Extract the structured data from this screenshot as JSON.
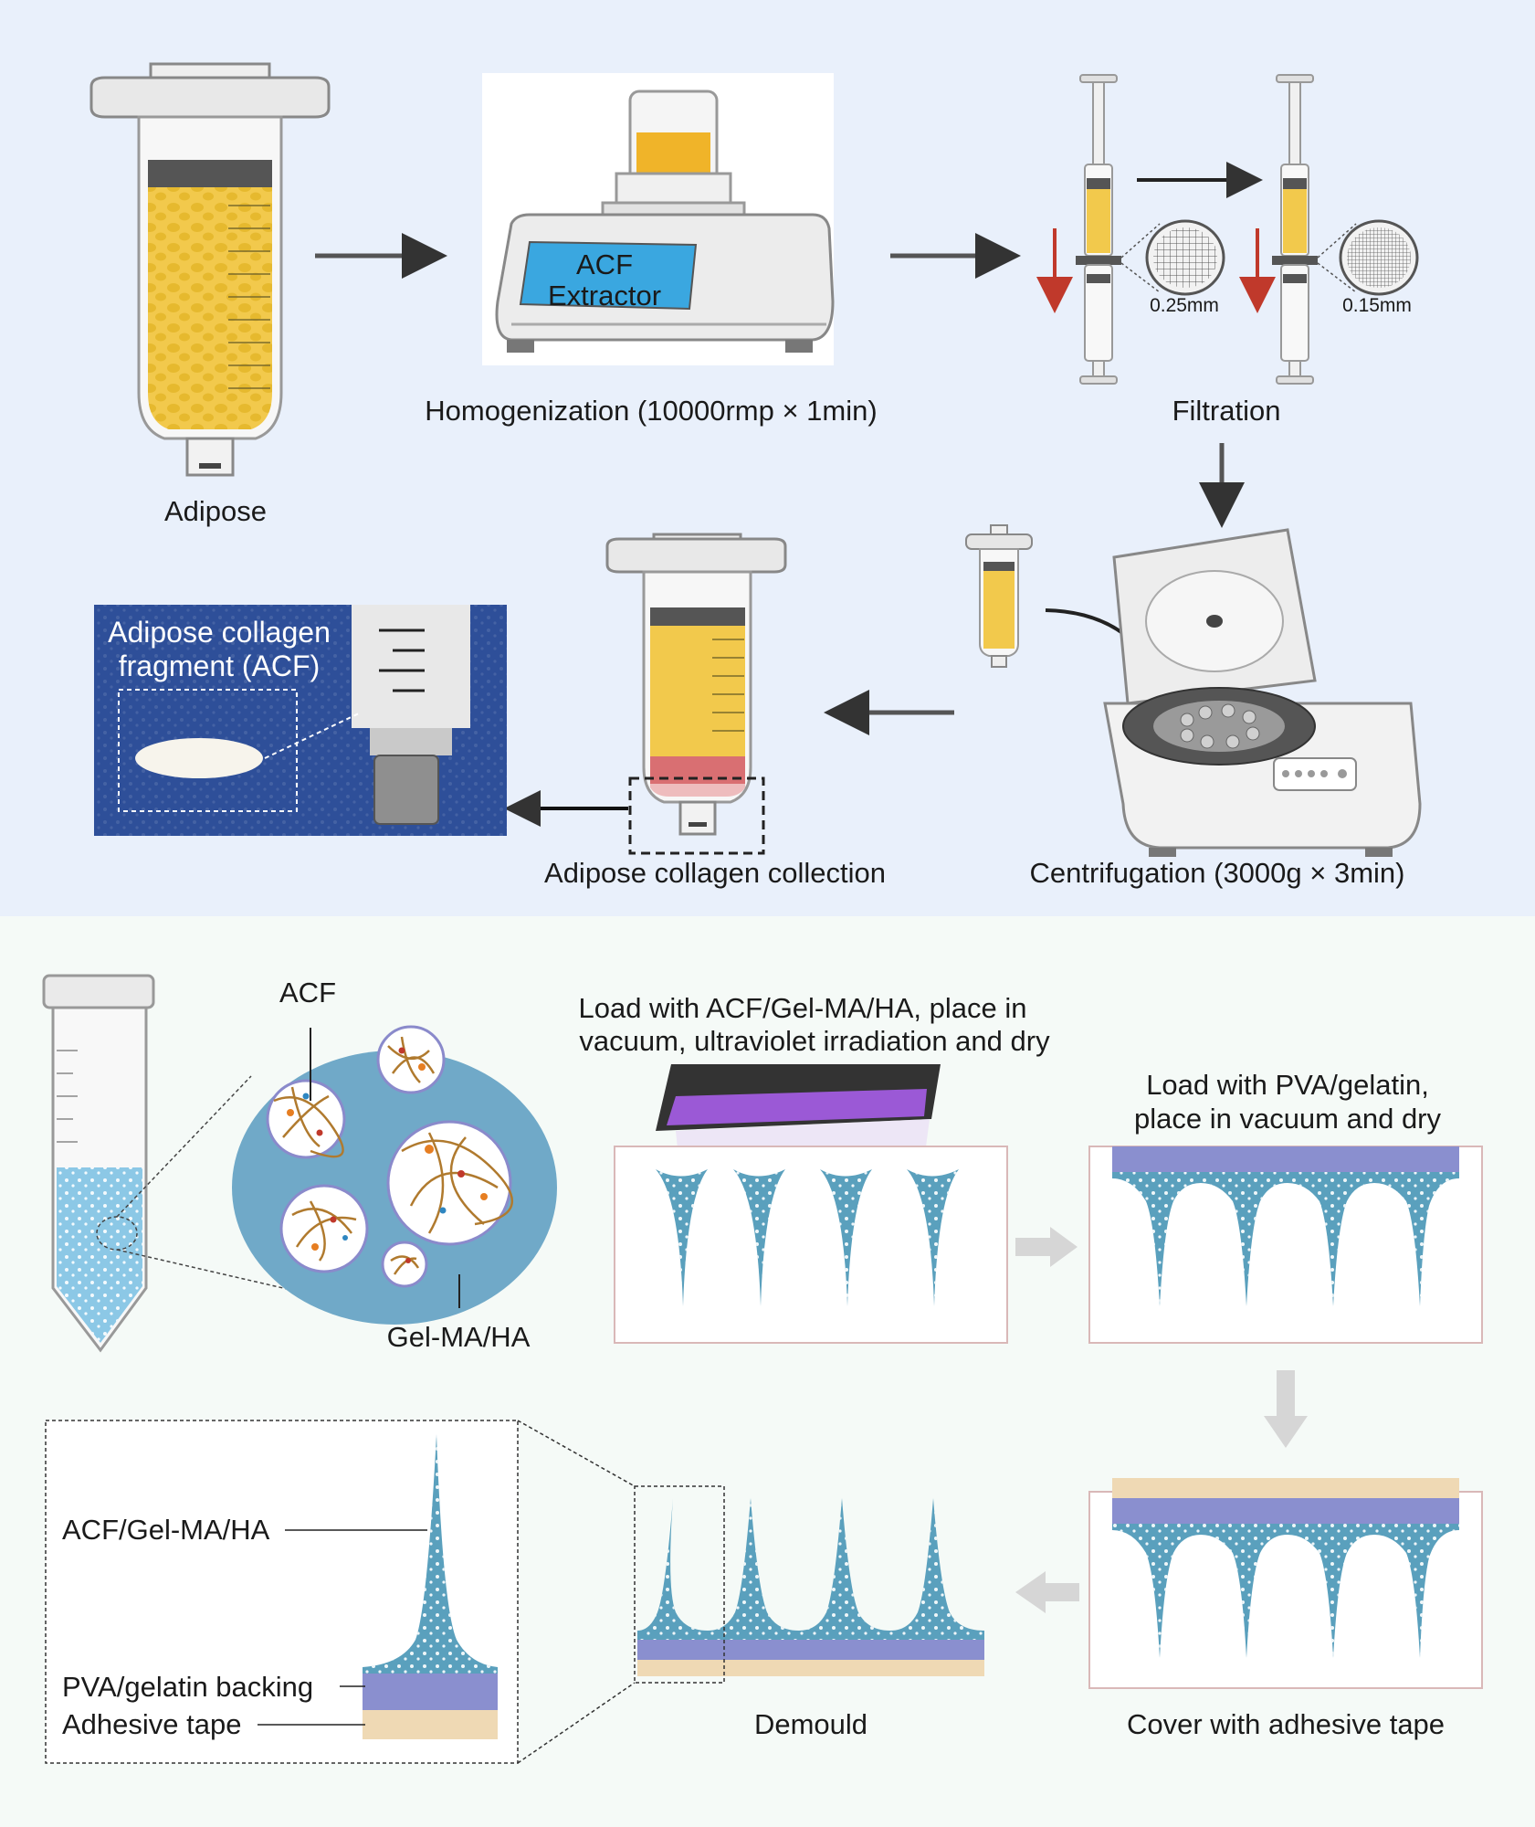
{
  "colors": {
    "top_panel_bg": "#e9f0fb",
    "bottom_panel_bg": "#f5faf7",
    "adipose_yellow": "#f2c94c",
    "gel_blue": "#5aa0bd",
    "backing_purple": "#8a8fcf",
    "tape_beige": "#efd9b4",
    "blood_red": "#d96f72",
    "uv_purple": "#9b59d6",
    "arrow_dark": "#333333",
    "arrow_gray": "#d6d6d6",
    "down_arrow_red": "#c0392b"
  },
  "top_panel": {
    "adipose_label": "Adipose",
    "homogenization_label": "Homogenization (10000rmp × 1min)",
    "extractor_screen": {
      "line1": "ACF",
      "line2": "Extractor"
    },
    "filtration_label": "Filtration",
    "mesh_coarse_label": "0.25mm",
    "mesh_fine_label": "0.15mm",
    "centrifugation_label": "Centrifugation (3000g × 3min)",
    "collection_label": "Adipose collagen collection",
    "acf_photo": {
      "title_line1": "Adipose collagen",
      "title_line2": "fragment (ACF)"
    }
  },
  "bottom_panel": {
    "acf_label": "ACF",
    "gel_label": "Gel-MA/HA",
    "step1_line1": "Load with ACF/Gel-MA/HA, place in",
    "step1_line2": "vacuum, ultraviolet irradiation and dry",
    "step2_line1": "Load with PVA/gelatin,",
    "step2_line2": "place in vacuum and dry",
    "step3_label": "Cover with adhesive tape",
    "step4_label": "Demould",
    "detail": {
      "tip_label": "ACF/Gel-MA/HA",
      "backing_label": "PVA/gelatin backing",
      "tape_label": "Adhesive tape"
    }
  }
}
